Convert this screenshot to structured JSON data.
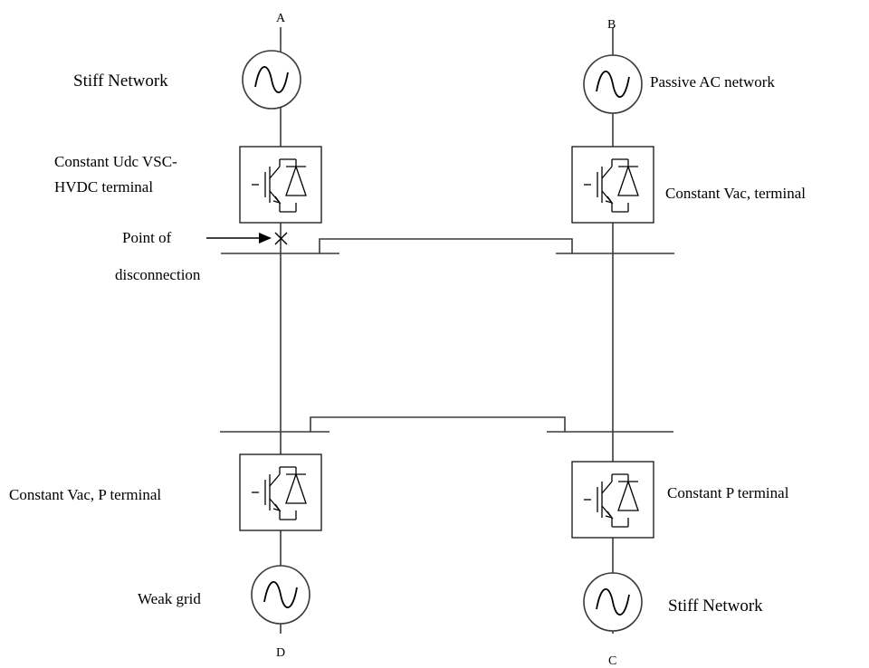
{
  "nodes": {
    "A": "A",
    "B": "B",
    "C": "C",
    "D": "D"
  },
  "labels": {
    "a_source": "Stiff Network",
    "b_source": "Passive AC network",
    "a_terminal_line1": "Constant Udc VSC-",
    "a_terminal_line2": "HVDC terminal",
    "b_terminal": "Constant Vac, terminal",
    "disconnect_line1": "Point of",
    "disconnect_line2": "disconnection",
    "d_terminal": "Constant Vac, P terminal",
    "c_terminal": "Constant P terminal",
    "d_source": "Weak grid",
    "c_source": "Stiff Network"
  },
  "icons": {
    "ac_source": "ac-source-icon",
    "converter": "vsc-converter-icon",
    "breaker": "breaker-cross-icon"
  },
  "colors": {
    "line": "#3a3a3a",
    "text": "#000000"
  }
}
